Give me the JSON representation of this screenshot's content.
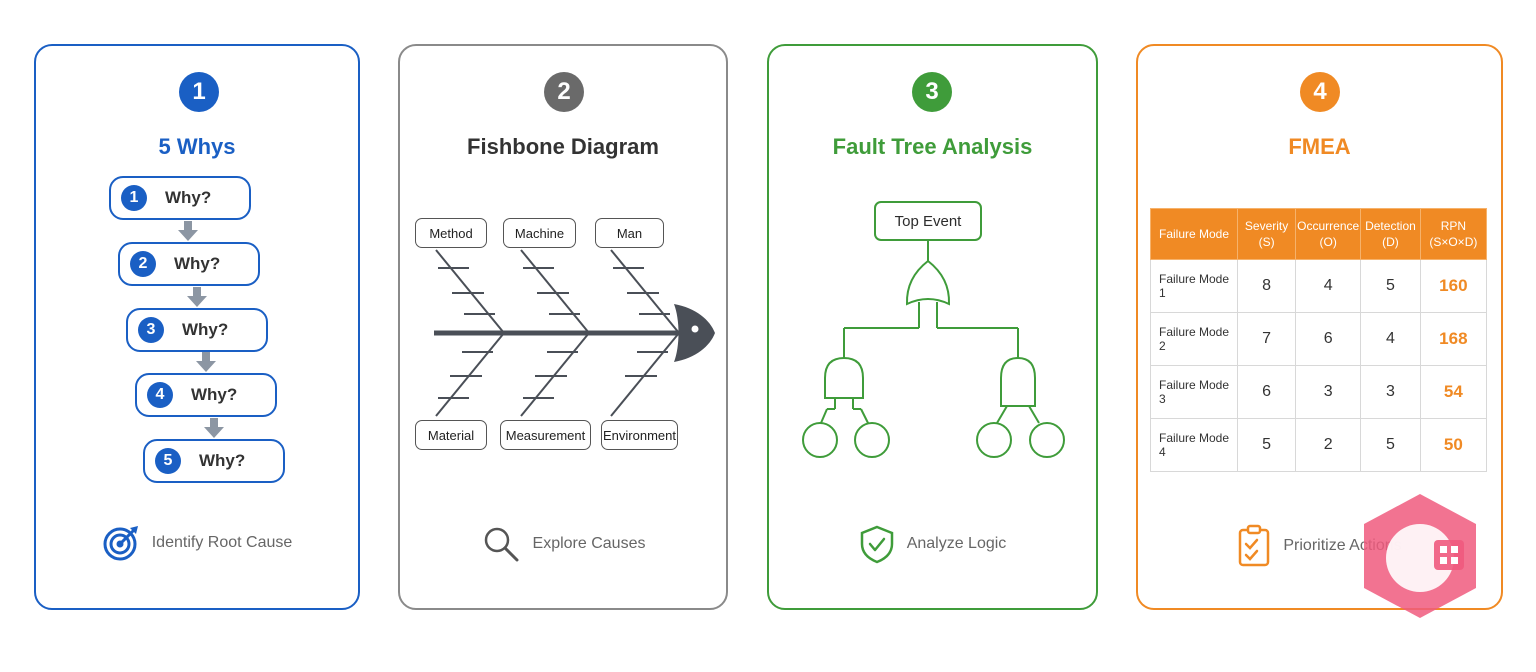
{
  "colors": {
    "blue": "#1a5fc4",
    "gray": "#6a6a6a",
    "green": "#3f9c3a",
    "orange": "#f08a24"
  },
  "cards": [
    {
      "number": "1",
      "title": "5 Whys",
      "footer": "Identify Root Cause",
      "footer_icon": "target-icon"
    },
    {
      "number": "2",
      "title": "Fishbone Diagram",
      "footer": "Explore Causes",
      "footer_icon": "magnifier-icon"
    },
    {
      "number": "3",
      "title": "Fault Tree Analysis",
      "footer": "Analyze Logic",
      "footer_icon": "shield-check-icon"
    },
    {
      "number": "4",
      "title": "FMEA",
      "footer": "Prioritize Actions",
      "footer_icon": "clipboard-check-icon"
    }
  ],
  "whys": [
    {
      "number": "1",
      "label": "Why?"
    },
    {
      "number": "2",
      "label": "Why?"
    },
    {
      "number": "3",
      "label": "Why?"
    },
    {
      "number": "4",
      "label": "Why?"
    },
    {
      "number": "5",
      "label": "Why?"
    }
  ],
  "fishbone": {
    "top": [
      "Method",
      "Machine",
      "Man"
    ],
    "bottom": [
      "Material",
      "Measurement",
      "Environment"
    ]
  },
  "fault_tree": {
    "top_event": "Top Event"
  },
  "fmea": {
    "headers": [
      "Failure Mode",
      "Severity (S)",
      "Occurrence (O)",
      "Detection (D)",
      "RPN (S×O×D)"
    ],
    "rows": [
      [
        "Failure Mode 1",
        "8",
        "4",
        "5",
        "160"
      ],
      [
        "Failure Mode 2",
        "7",
        "6",
        "4",
        "168"
      ],
      [
        "Failure Mode 3",
        "6",
        "3",
        "3",
        "54"
      ],
      [
        "Failure Mode 4",
        "5",
        "2",
        "5",
        "50"
      ]
    ]
  }
}
